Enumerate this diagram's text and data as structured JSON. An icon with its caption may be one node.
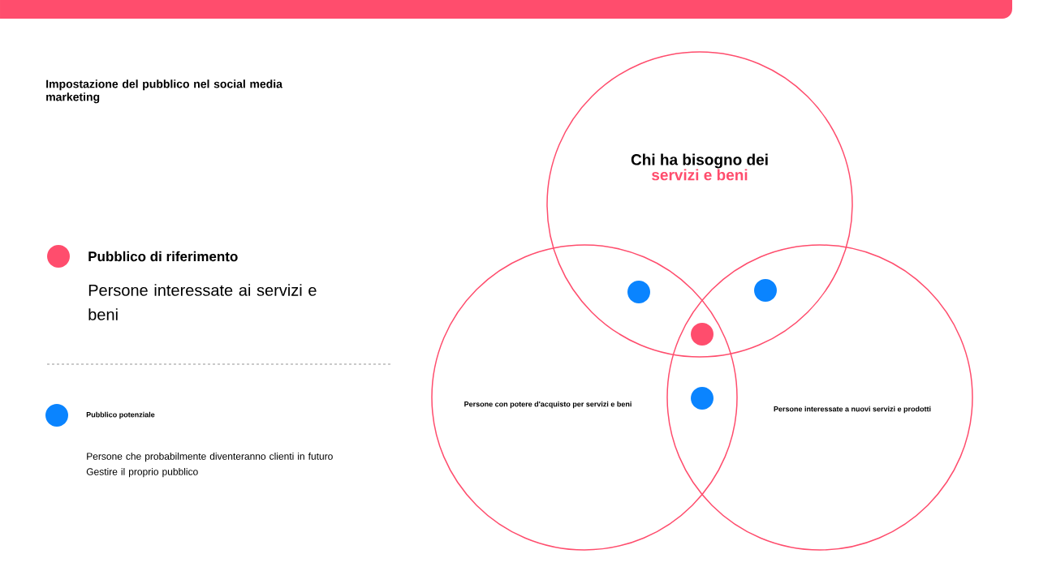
{
  "diagram": {
    "title": "Impostazione del pubblico nel social media marketing",
    "nodes": [
      {
        "text": [
          "Chi ha bisogno dei",
          "servizi e beni"
        ]
      },
      {
        "text": [
          "Persone con potere d'acquisto per servizi e beni"
        ]
      },
      {
        "text": [
          "Persone interessate a nuovi servizi e prodotti"
        ]
      },
      {
        "text": [],
        "shape": "circle"
      },
      {
        "text": [],
        "shape": "circle"
      },
      {
        "text": [],
        "shape": "circle"
      },
      {
        "text": [],
        "shape": "circle"
      }
    ],
    "legend": [
      {
        "text": "Pubblico di riferimento",
        "color": "#ff4d6d"
      },
      {
        "text": "Pubblico potenziale",
        "color": "#0a84ff"
      }
    ],
    "labels": [
      "Persone interessate ai servizi e beni",
      "Persone che probabilmente diventeranno clienti in futuro",
      "Gestire il proprio pubblico"
    ]
  }
}
